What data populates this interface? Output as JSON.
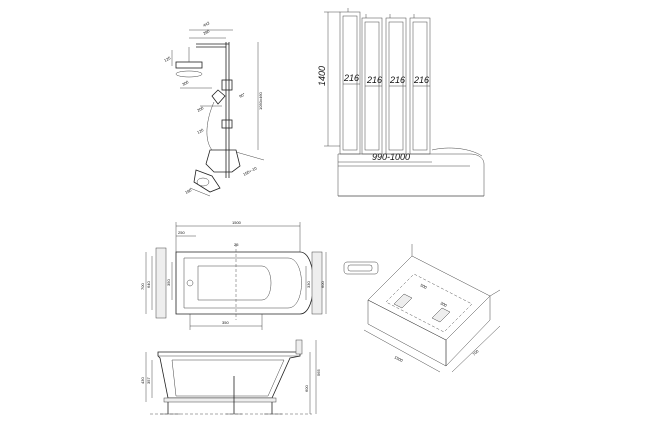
{
  "shower": {
    "dims": {
      "d442": "442",
      "d280": "280",
      "d125": "125",
      "d1050": "1050±460",
      "d300": "300",
      "d200": "200",
      "d180": "180",
      "d150": "150+-10",
      "d90": "90°",
      "d120": "120"
    }
  },
  "screen": {
    "panel_widths": [
      "216",
      "216",
      "216",
      "216"
    ],
    "height": "1400",
    "overall_width": "990-1000"
  },
  "tub_plan": {
    "length": "1500",
    "d250": "250",
    "d350": "350",
    "width": "700",
    "d640": "640",
    "d330": "330",
    "d25": "25",
    "d350b": "350",
    "d600": "600"
  },
  "tub_side": {
    "d430": "430",
    "d357": "357",
    "d600": "600",
    "d565": "565"
  },
  "niche": {
    "d1500": "1500",
    "d700": "700",
    "d500": "500",
    "d300": "300"
  }
}
